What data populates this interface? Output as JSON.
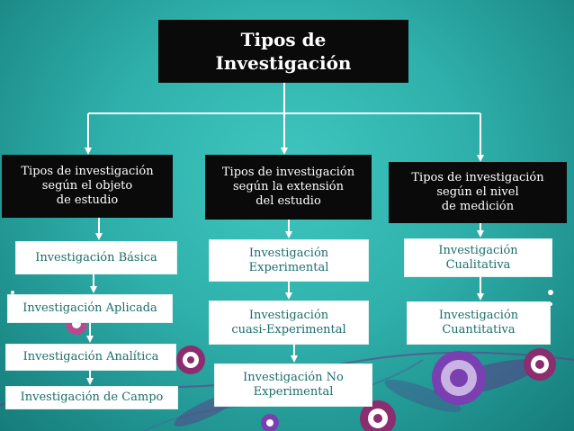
{
  "diagram": {
    "root": {
      "label": "Tipos de\nInvestigación"
    },
    "categories": [
      {
        "label": "Tipos de investigación\nsegún el objeto\nde estudio",
        "items": [
          "Investigación Básica",
          "Investigación Aplicada",
          "Investigación Analítica",
          "Investigación de Campo"
        ]
      },
      {
        "label": "Tipos de investigación\nsegún  la extensión\ndel estudio",
        "items": [
          "Investigación\nExperimental",
          "Investigación\ncuasi-Experimental",
          "Investigación No\nExperimental"
        ]
      },
      {
        "label": "Tipos de investigación\nsegún el nivel\nde medición",
        "items": [
          "Investigación\nCualitativa",
          "Investigación\nCuantitativa"
        ]
      }
    ]
  },
  "colors": {
    "background": "#2fb0ab",
    "dark_box": "#0a0a0a",
    "light_box": "#ffffff",
    "light_text": "#1b6e6a",
    "connector": "#ffffff",
    "flower_purple": "#8b2d6e",
    "flower_violet": "#7a3fb0"
  }
}
